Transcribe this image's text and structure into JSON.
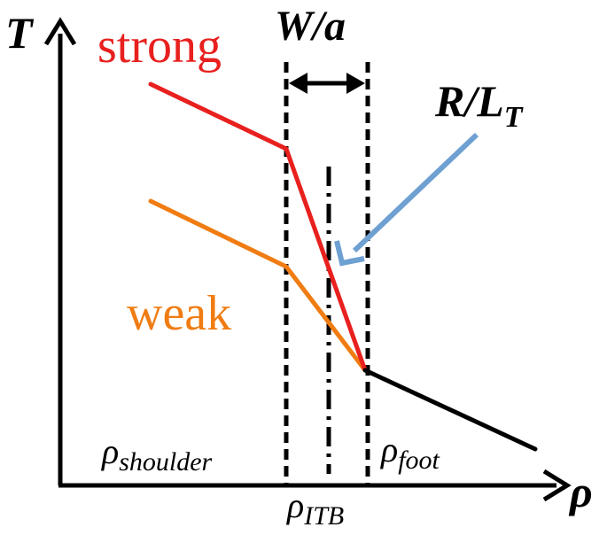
{
  "labels": {
    "y_axis": "T",
    "x_axis": "ρ",
    "width": "W/a",
    "gradient_main": "R/L",
    "gradient_sub": "T",
    "strong": "strong",
    "weak": "weak",
    "rho_shoulder_main": "ρ",
    "rho_shoulder_sub": "shoulder",
    "rho_foot_main": "ρ",
    "rho_foot_sub": "foot",
    "rho_itb_main": "ρ",
    "rho_itb_sub": "ITB"
  },
  "colors": {
    "strong": "#e8201e",
    "weak": "#f07c12",
    "pointer": "#6fa0d2",
    "ink": "#000000"
  }
}
